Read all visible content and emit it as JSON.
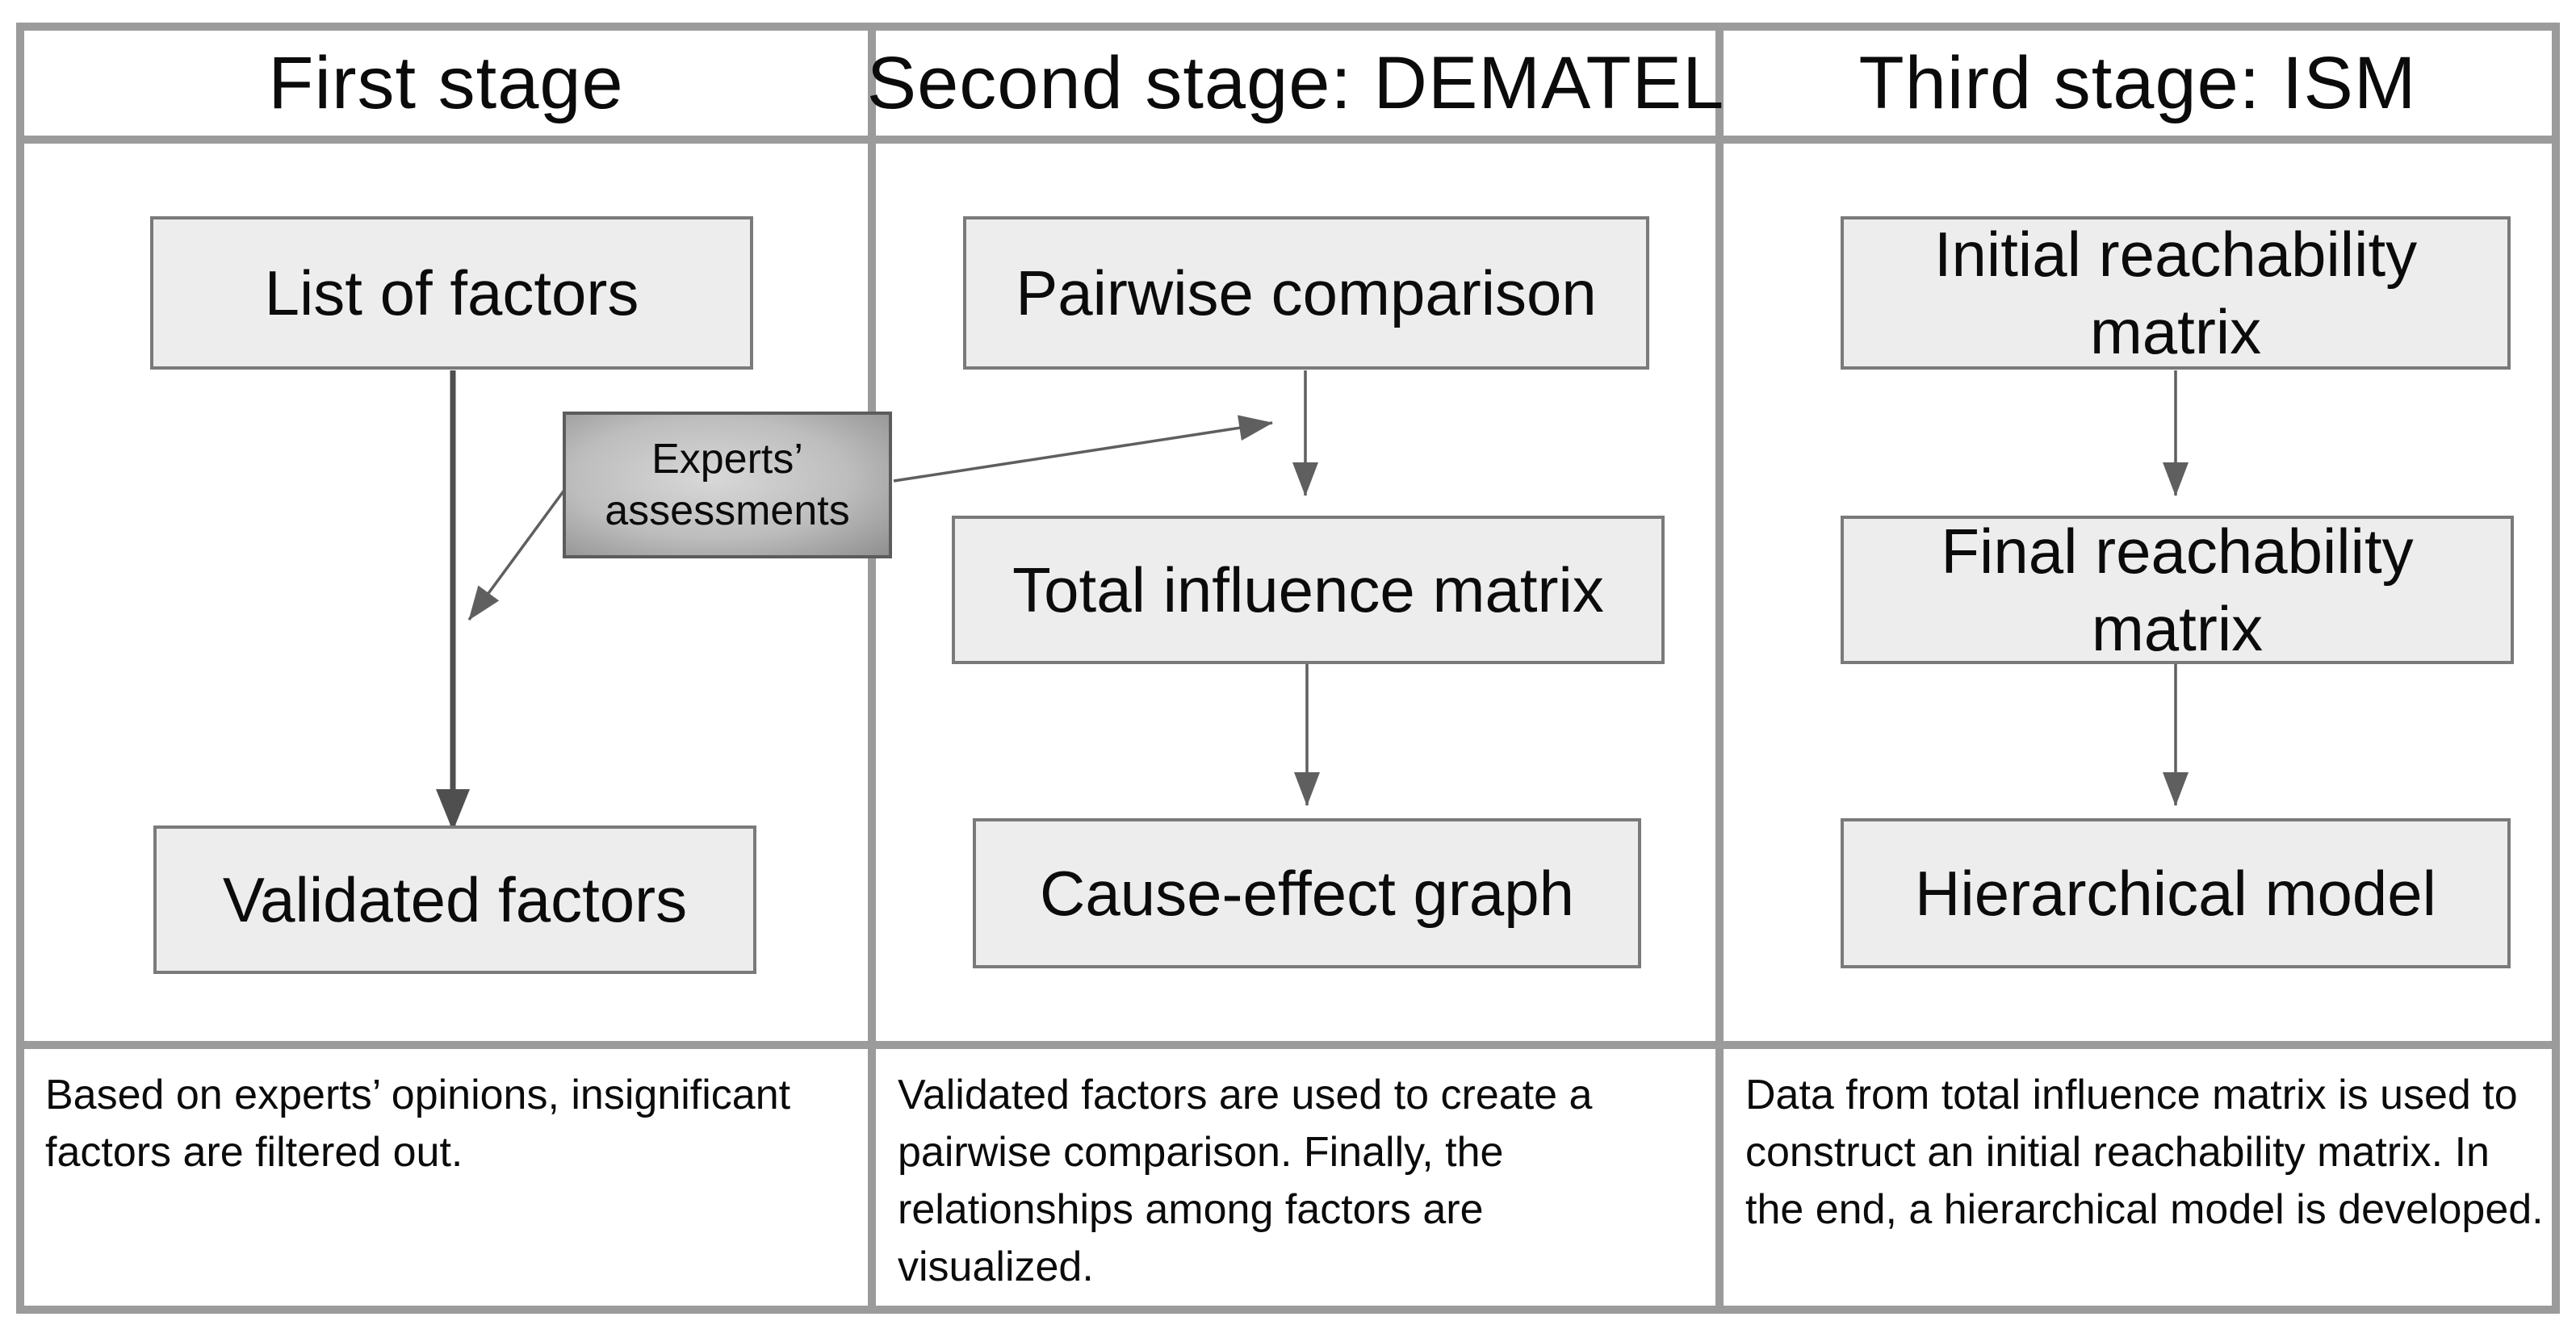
{
  "diagram": {
    "title_row": {
      "first": "First stage",
      "second": "Second stage: DEMATEL",
      "third": "Third stage: ISM"
    },
    "boxes": {
      "list_of_factors": "List of factors",
      "validated_factors": "Validated factors",
      "experts_assessments": "Experts’ assessments",
      "pairwise_comparison": "Pairwise comparison",
      "total_influence_matrix": "Total influence matrix",
      "cause_effect_graph": "Cause-effect graph",
      "initial_reachability_matrix": "Initial reachability matrix",
      "final_reachability_matrix": "Final reachability matrix",
      "hierarchical_model": "Hierarchical model"
    },
    "descriptions": {
      "first": "Based on experts’ opinions, insignificant factors are filtered out.",
      "second": "Validated factors are used to create a pairwise comparison. Finally, the relationships among factors are visualized.",
      "third": "Data from total influence matrix is used to construct an initial reachability matrix. In the end, a hierarchical model is developed."
    }
  },
  "colors": {
    "grid": "#9b9b9b",
    "box_fill": "#ededed",
    "box_border": "#7a7a7a",
    "arrow": "#5f5f5f",
    "arrow_thick": "#4f4f4f",
    "text": "#0b0b0b",
    "experts_center": "#d8d8d8",
    "experts_edge": "#8f8f8f",
    "experts_border": "#5c5c5c",
    "bg": "#ffffff"
  }
}
